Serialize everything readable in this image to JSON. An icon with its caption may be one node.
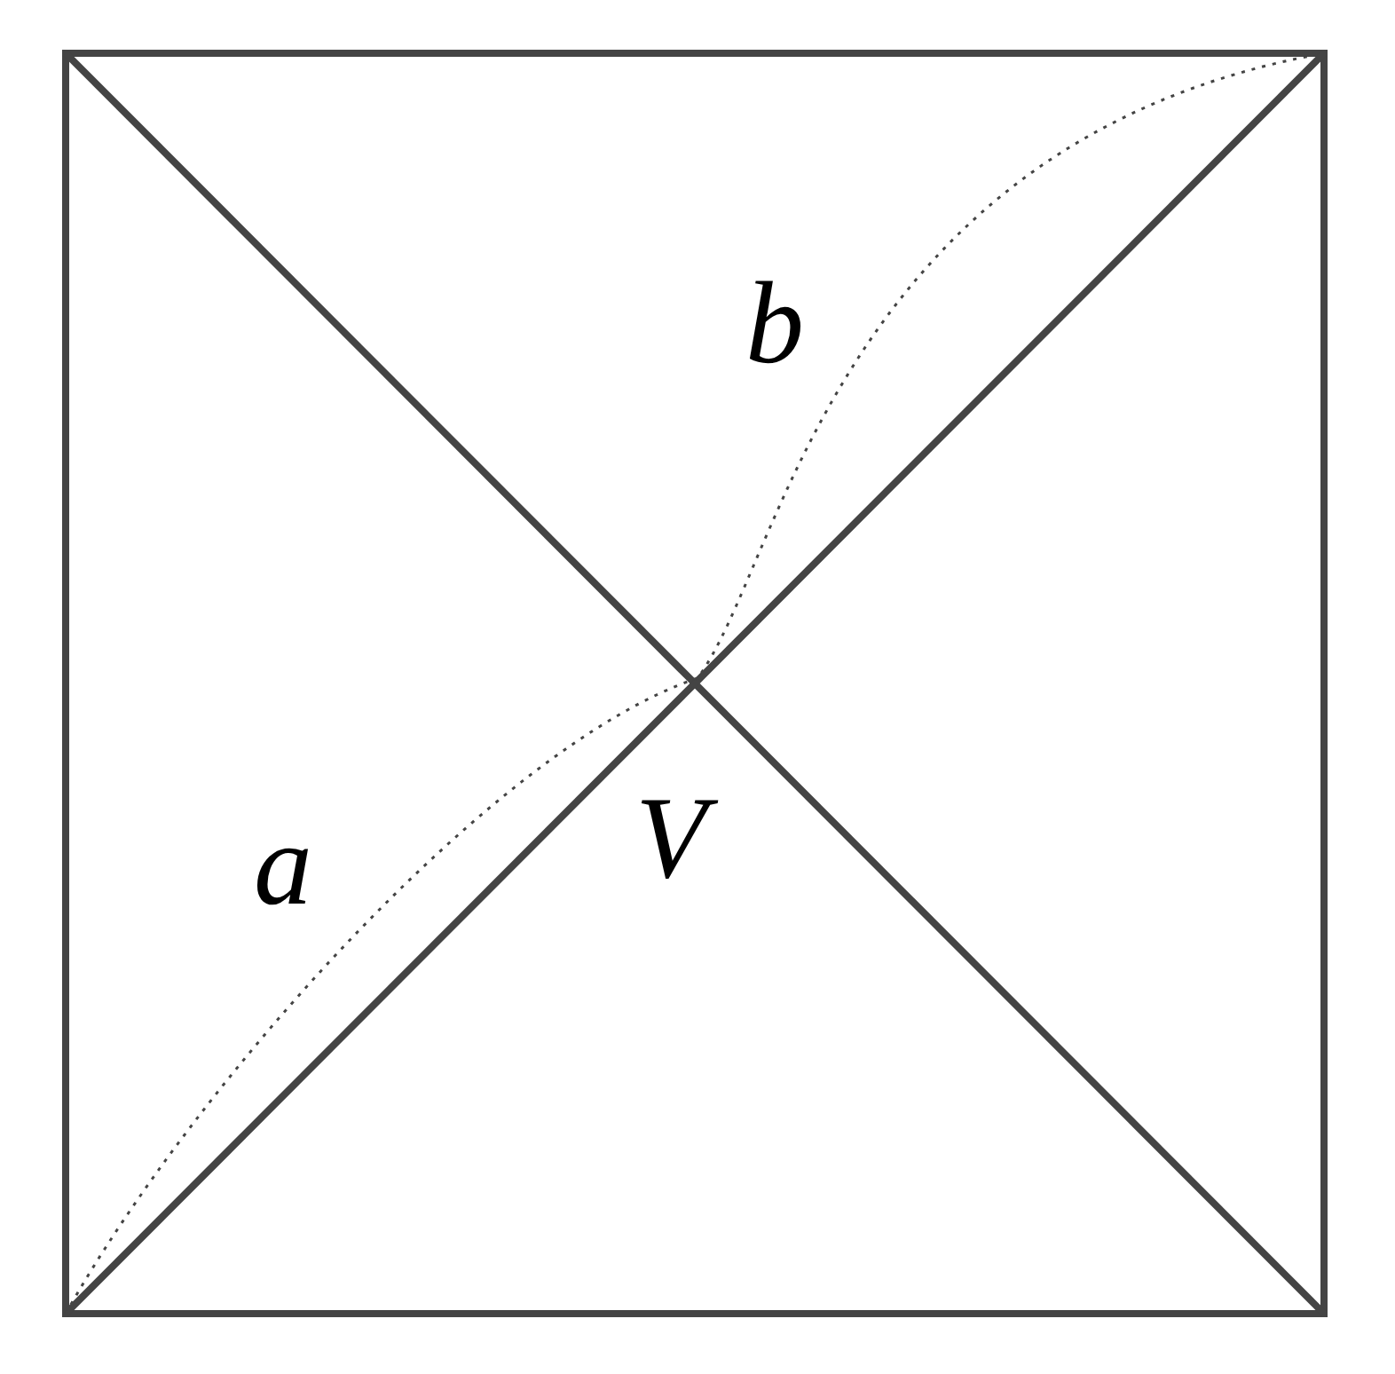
{
  "diagram": {
    "labels": [
      "b",
      "a",
      "V"
    ]
  }
}
